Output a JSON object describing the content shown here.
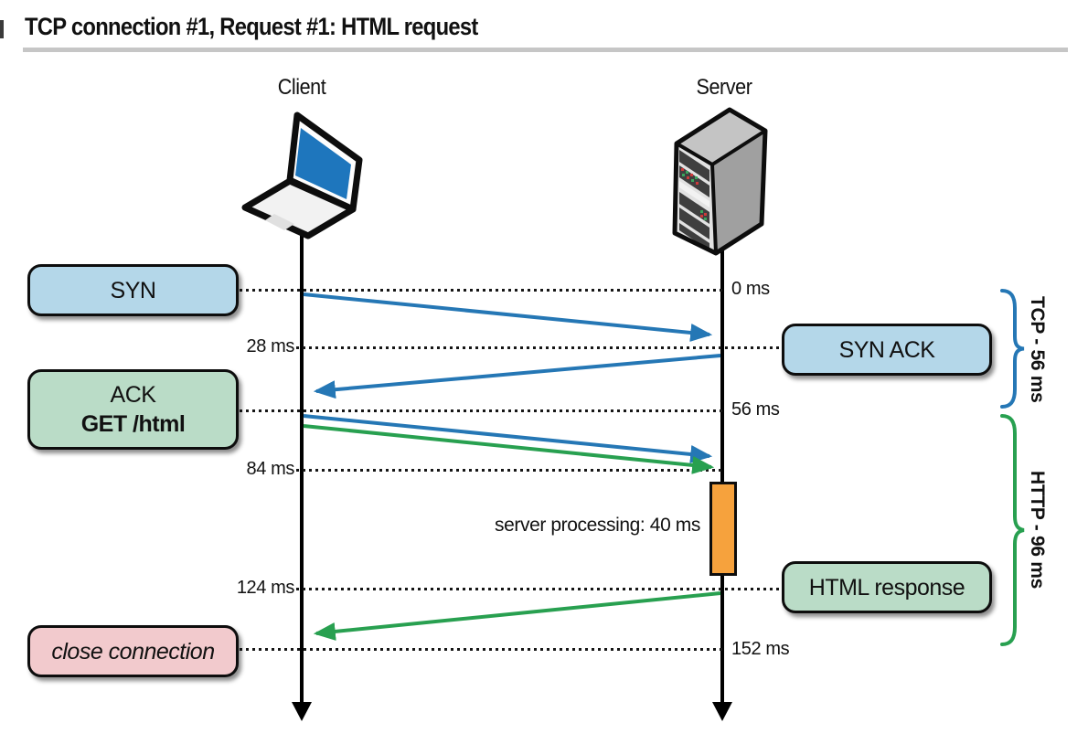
{
  "header": {
    "title": "TCP connection #1, Request #1: HTML request"
  },
  "actors": {
    "client": "Client",
    "server": "Server"
  },
  "timeline": [
    {
      "label": "0 ms",
      "side": "server"
    },
    {
      "label": "28 ms",
      "side": "client"
    },
    {
      "label": "56 ms",
      "side": "server"
    },
    {
      "label": "84 ms",
      "side": "client"
    },
    {
      "label": "124 ms",
      "side": "client"
    },
    {
      "label": "152 ms",
      "side": "server"
    }
  ],
  "boxes": {
    "syn": {
      "label": "SYN",
      "fill": "#b4d7e9"
    },
    "ack_get": {
      "line1": "ACK",
      "line2": "GET /html",
      "fill": "#badcc7"
    },
    "close": {
      "label": "close connection",
      "fill": "#f2cacd"
    },
    "syn_ack": {
      "label": "SYN ACK",
      "fill": "#b4d7e9"
    },
    "html_response": {
      "label": "HTML response",
      "fill": "#badcc7"
    }
  },
  "processing": {
    "label": "server processing: 40 ms",
    "fill": "#f6a23d"
  },
  "braces": {
    "tcp": {
      "label": "TCP - 56 ms",
      "color": "#2577b5"
    },
    "http": {
      "label": "HTTP - 96 ms",
      "color": "#28a050"
    }
  },
  "arrows": [
    {
      "name": "syn",
      "color": "#2577b5",
      "from": "client",
      "to": "server"
    },
    {
      "name": "syn-ack",
      "color": "#2577b5",
      "from": "server",
      "to": "client"
    },
    {
      "name": "ack",
      "color": "#2577b5",
      "from": "client",
      "to": "server"
    },
    {
      "name": "get-html",
      "color": "#28a050",
      "from": "client",
      "to": "server"
    },
    {
      "name": "html-response",
      "color": "#28a050",
      "from": "server",
      "to": "client"
    }
  ]
}
